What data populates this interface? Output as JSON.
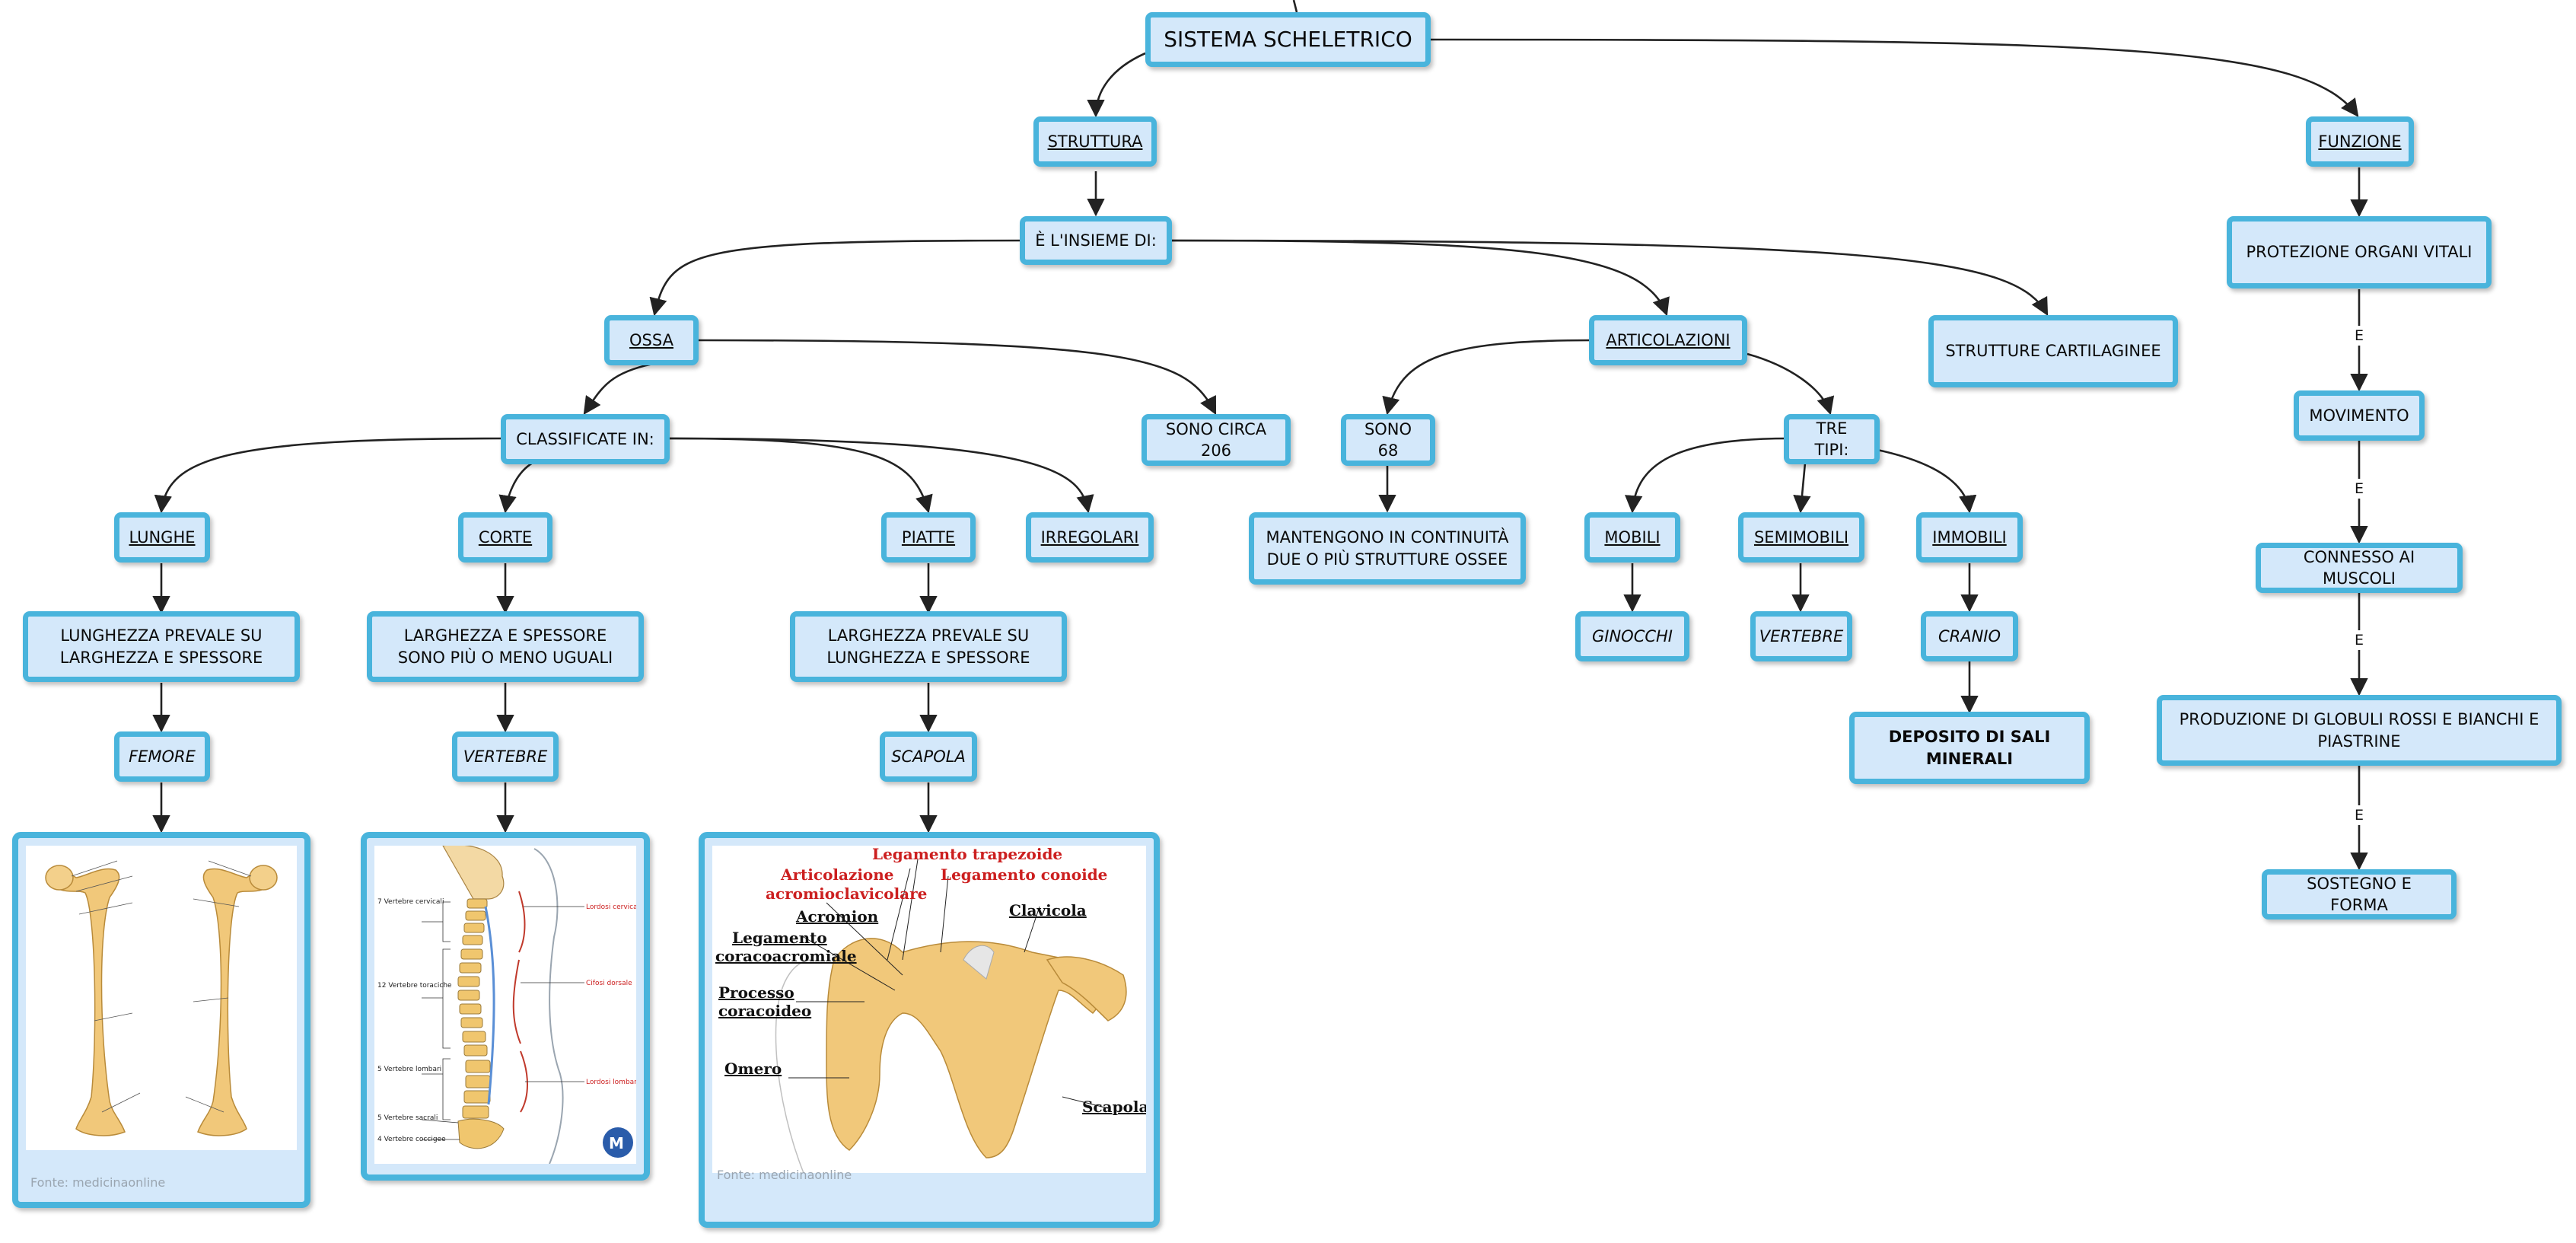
{
  "nodes": {
    "root": "SISTEMA SCHELETRICO",
    "struttura": "STRUTTURA",
    "funzione": "FUNZIONE",
    "insieme": "È L'INSIEME DI:",
    "ossa": "OSSA",
    "articolazioni": "ARTICOLAZIONI",
    "cartilaginee": "STRUTTURE CARTILAGINEE",
    "classificate": "CLASSIFICATE IN:",
    "circa206": "SONO CIRCA 206",
    "sono68": "SONO 68",
    "tretipi": "TRE TIPI:",
    "lunghe": "LUNGHE",
    "corte": "CORTE",
    "piatte": "PIATTE",
    "irregolari": "IRREGOLARI",
    "mantengono": "MANTENGONO IN CONTINUITÀ DUE O PIÙ STRUTTURE OSSEE",
    "mobili": "MOBILI",
    "semimobili": "SEMIMOBILI",
    "immobili": "IMMOBILI",
    "lunghe_desc": "LUNGHEZZA PREVALE SU LARGHEZZA E SPESSORE",
    "corte_desc": "LARGHEZZA E SPESSORE SONO PIÙ O MENO UGUALI",
    "piatte_desc": "LARGHEZZA PREVALE SU LUNGHEZZA E SPESSORE",
    "ginocchi": "GINOCCHI",
    "vertebre_art": "VERTEBRE",
    "cranio": "CRANIO",
    "femore": "FEMORE",
    "vertebre": "VERTEBRE",
    "scapola": "SCAPOLA",
    "deposito": "DEPOSITO DI SALI MINERALI",
    "protezione": "PROTEZIONE ORGANI VITALI",
    "movimento": "MOVIMENTO",
    "connesso": "CONNESSO AI MUSCOLI",
    "produzione": "PRODUZIONE DI GLOBULI ROSSI E BIANCHI E PIASTRINE",
    "sostegno": "SOSTEGNO E FORMA"
  },
  "edge_labels": {
    "e1": "E",
    "e2": "E",
    "e3": "E",
    "e4": "E"
  },
  "images": {
    "femore": {
      "source": "Fonte: medicinaonline"
    },
    "spine": {
      "labels": [
        "7 Vertebre cervicali",
        "12 Vertebre toraciche",
        "5 Vertebre lombari",
        "5 Vertebre sacrali",
        "4 Vertebre coccigee"
      ],
      "curves": [
        "Lordosi cervicale",
        "Cifosi dorsale",
        "Lordosi lombare"
      ]
    },
    "scapola": {
      "source": "Fonte: medicinaonline",
      "red_labels": [
        "Legamento trapezoide",
        "Articolazione",
        "acromioclavicolare",
        "Legamento conoide"
      ],
      "black_labels": [
        "Acromion",
        "Legamento",
        "coracoacromiale",
        "Clavicola",
        "Processo",
        "coracoideo",
        "Omero",
        "Scapola"
      ]
    }
  },
  "colors": {
    "node_fill": "#d4e8fa",
    "node_border": "#49b4dc",
    "connector": "#222222",
    "anatomy_red": "#cc1f1f",
    "bone": "#f1c87a"
  }
}
